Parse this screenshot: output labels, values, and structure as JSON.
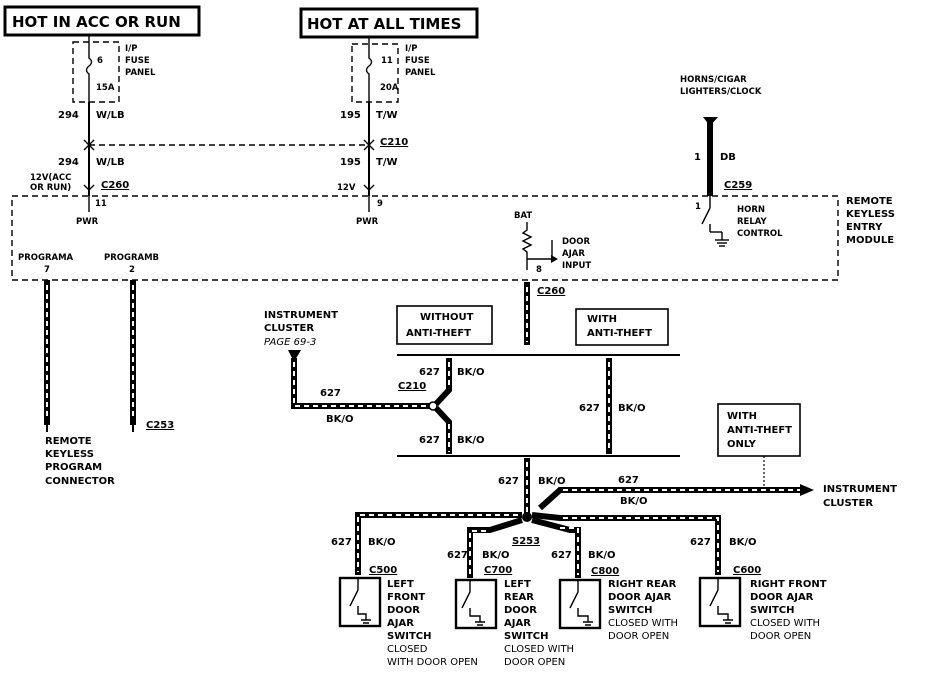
{
  "headers": {
    "hot_acc_run": "HOT IN ACC OR RUN",
    "hot_all_times": "HOT AT ALL TIMES"
  },
  "fuse1": {
    "label_lines": [
      "I/P",
      "FUSE",
      "PANEL"
    ],
    "number": "6",
    "rating": "15A"
  },
  "fuse2": {
    "label_lines": [
      "I/P",
      "FUSE",
      "PANEL"
    ],
    "number": "11",
    "rating": "20A"
  },
  "wires": {
    "w294_upper": {
      "num": "294",
      "color": "W/LB"
    },
    "w294_lower": {
      "num": "294",
      "color": "W/LB"
    },
    "w195_upper": {
      "num": "195",
      "color": "T/W"
    },
    "w195_lower": {
      "num": "195",
      "color": "T/W"
    },
    "w1_db": {
      "num": "1",
      "color": "DB"
    },
    "w627_ic": {
      "num": "627",
      "color": "BK/O"
    },
    "w627_upper": {
      "num": "627",
      "color": "BK/O"
    },
    "w627_lower": {
      "num": "627",
      "color": "BK/O"
    },
    "w627_right": {
      "num": "627",
      "color": "BK/O"
    },
    "w627_main": {
      "num": "627",
      "color": "BK/O"
    },
    "w627_cluster": {
      "num": "627",
      "color": "BK/O"
    },
    "w627_lf": {
      "num": "627",
      "color": "BK/O"
    },
    "w627_lr": {
      "num": "627",
      "color": "BK/O"
    },
    "w627_rr": {
      "num": "627",
      "color": "BK/O"
    },
    "w627_rf": {
      "num": "627",
      "color": "BK/O"
    }
  },
  "connectors": {
    "c210_top": "C210",
    "c260_left": "C260",
    "c259": "C259",
    "c260_bottom": "C260",
    "c210_mid": "C210",
    "c253": "C253",
    "s253": "S253",
    "c500": "C500",
    "c700": "C700",
    "c800": "C800",
    "c600": "C600"
  },
  "module": {
    "label_lines": [
      "REMOTE",
      "KEYLESS",
      "ENTRY",
      "MODULE"
    ],
    "acc_lines": [
      "12V(ACC",
      "OR RUN)"
    ],
    "pin_11": "11",
    "pwr1": "PWR",
    "v12": "12V",
    "pin_9": "9",
    "pwr2": "PWR",
    "pin_1": "1",
    "horn_relay_lines": [
      "HORN",
      "RELAY",
      "CONTROL"
    ],
    "bat": "BAT",
    "pin_8": "8",
    "door_ajar_lines": [
      "DOOR",
      "AJAR",
      "INPUT"
    ],
    "prog_a": "PROGRAMA",
    "prog_a_pin": "7",
    "prog_b": "PROGRAMB",
    "prog_b_pin": "2"
  },
  "horns_lines": [
    "HORNS/CIGAR",
    "LIGHTERS/CLOCK"
  ],
  "instrument_cluster_lines": [
    "INSTRUMENT",
    "CLUSTER"
  ],
  "instrument_cluster_page": "PAGE 69-3",
  "boxes": {
    "without": [
      "WITHOUT",
      "ANTI-THEFT"
    ],
    "with": [
      "WITH",
      "ANTI-THEFT"
    ],
    "with_only": [
      "WITH",
      "ANTI-THEFT",
      "ONLY"
    ]
  },
  "instrument_cluster_right_lines": [
    "INSTRUMENT",
    "CLUSTER"
  ],
  "program_connector_lines": [
    "REMOTE",
    "KEYLESS",
    "PROGRAM",
    "CONNECTOR"
  ],
  "switches": {
    "lf": [
      "LEFT",
      "FRONT",
      "DOOR",
      "AJAR",
      "SWITCH",
      "CLOSED",
      "WITH DOOR OPEN"
    ],
    "lr": [
      "LEFT",
      "REAR",
      "DOOR",
      "AJAR",
      "SWITCH",
      "CLOSED WITH",
      "DOOR OPEN"
    ],
    "rr": [
      "RIGHT REAR",
      "DOOR AJAR",
      "SWITCH",
      "CLOSED WITH",
      "DOOR OPEN"
    ],
    "rf": [
      "RIGHT FRONT",
      "DOOR AJAR",
      "SWITCH",
      "CLOSED WITH",
      "DOOR OPEN"
    ]
  }
}
